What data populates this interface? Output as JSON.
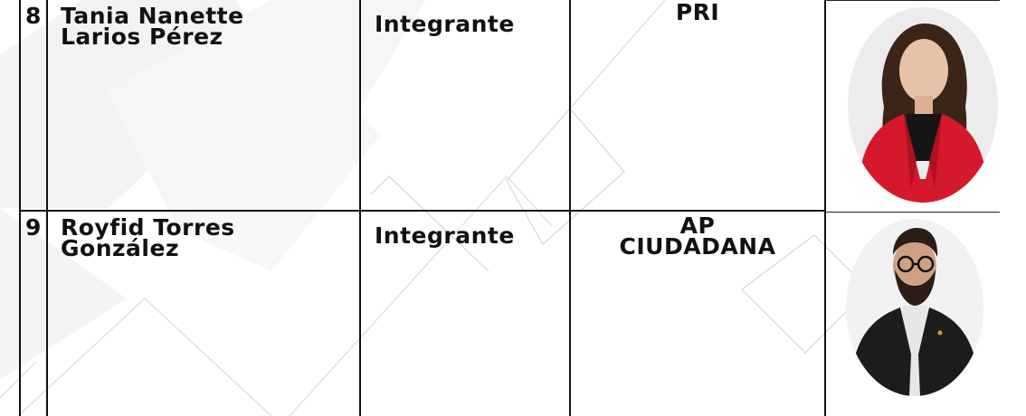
{
  "members": [
    {
      "number": "8",
      "name_line1": "Tania Nanette",
      "name_line2": "Larios Pérez",
      "role": "Integrante",
      "party_line1": "PRI",
      "party_line2": "",
      "photo": "portrait-woman-red-jacket"
    },
    {
      "number": "9",
      "name_line1": "Royfid Torres",
      "name_line2": "González",
      "role": "Integrante",
      "party_line1": "AP",
      "party_line2": "CIUDADANA",
      "photo": "portrait-man-dark-suit"
    }
  ],
  "colors": {
    "text": "#111111",
    "background": "#ffffff",
    "watermark": "#eeeeee"
  }
}
